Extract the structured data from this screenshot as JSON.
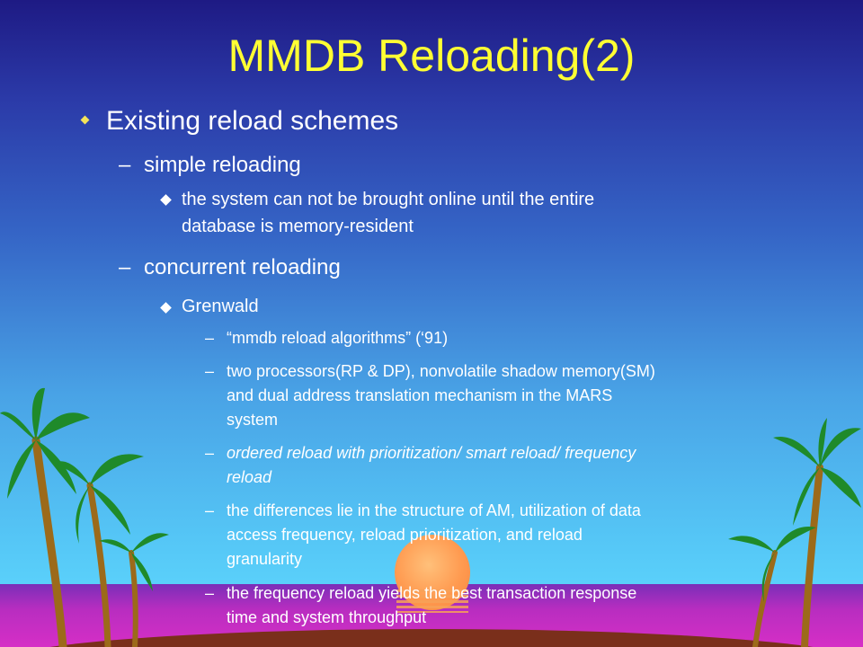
{
  "slide": {
    "title": "MMDB Reloading(2)",
    "heading": "Existing reload schemes",
    "simple": {
      "label": "simple reloading",
      "detail_line1": "the system can not be brought online until the entire",
      "detail_line2": "database is memory-resident"
    },
    "concurrent": {
      "label": "concurrent reloading",
      "author": "Grenwald",
      "points": {
        "p1": "“mmdb reload algorithms” (‘91)",
        "p2_line1": "two processors(RP & DP), nonvolatile shadow memory(SM)",
        "p2_line2": "and dual address translation mechanism in the MARS",
        "p2_line3": "system",
        "p3_line1": "ordered reload with prioritization/ smart reload/ frequency",
        "p3_line2": "reload",
        "p4_line1": "the differences lie in the structure of AM, utilization of data",
        "p4_line2": "access frequency, reload prioritization, and reload",
        "p4_line3": "granularity",
        "p5_line1": "the frequency reload yields the best transaction response",
        "p5_line2": "time and system throughput"
      }
    },
    "dash_glyph": "–"
  },
  "colors": {
    "title": "#ffff33",
    "text": "#ffffff",
    "sky_top": "#1e1a84",
    "sky_bottom": "#5ad0fa",
    "sea": "#c02fc2",
    "sun": "#ff9a50",
    "palm": "#1f7a1f",
    "trunk": "#9c6a1a",
    "ground": "#7a2f1b"
  },
  "icons": {
    "bullet_level1": "diamond-bullet-icon",
    "bullet_level3": "diamond-bullet-icon",
    "scenery": [
      "palm-tree-icon",
      "sun-icon"
    ]
  }
}
